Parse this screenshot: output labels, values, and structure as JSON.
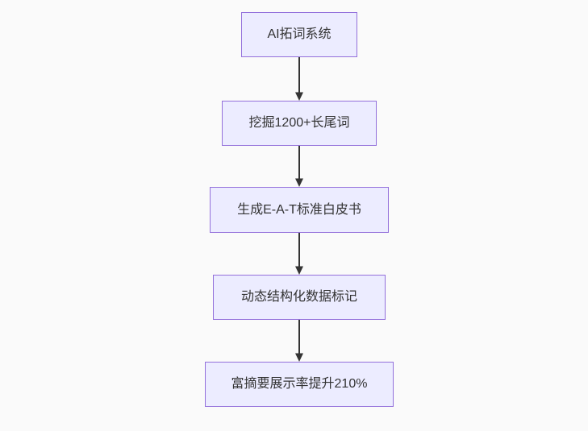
{
  "diagram": {
    "type": "flowchart",
    "direction": "top-down",
    "nodes": [
      {
        "id": "node1",
        "label": "AI拓词系统"
      },
      {
        "id": "node2",
        "label": "挖掘1200+长尾词"
      },
      {
        "id": "node3",
        "label": "生成E-A-T标准白皮书"
      },
      {
        "id": "node4",
        "label": "动态结构化数据标记"
      },
      {
        "id": "node5",
        "label": "富摘要展示率提升210%"
      }
    ],
    "edges": [
      {
        "from": "node1",
        "to": "node2",
        "label": ""
      },
      {
        "from": "node2",
        "to": "node3",
        "label": ""
      },
      {
        "from": "node3",
        "to": "node4",
        "label": ""
      },
      {
        "from": "node4",
        "to": "node5",
        "label": ""
      }
    ],
    "colors": {
      "node_fill": "#ececff",
      "node_border": "#9370db",
      "arrow": "#333333",
      "text": "#333333",
      "background": "#fafafa"
    }
  }
}
